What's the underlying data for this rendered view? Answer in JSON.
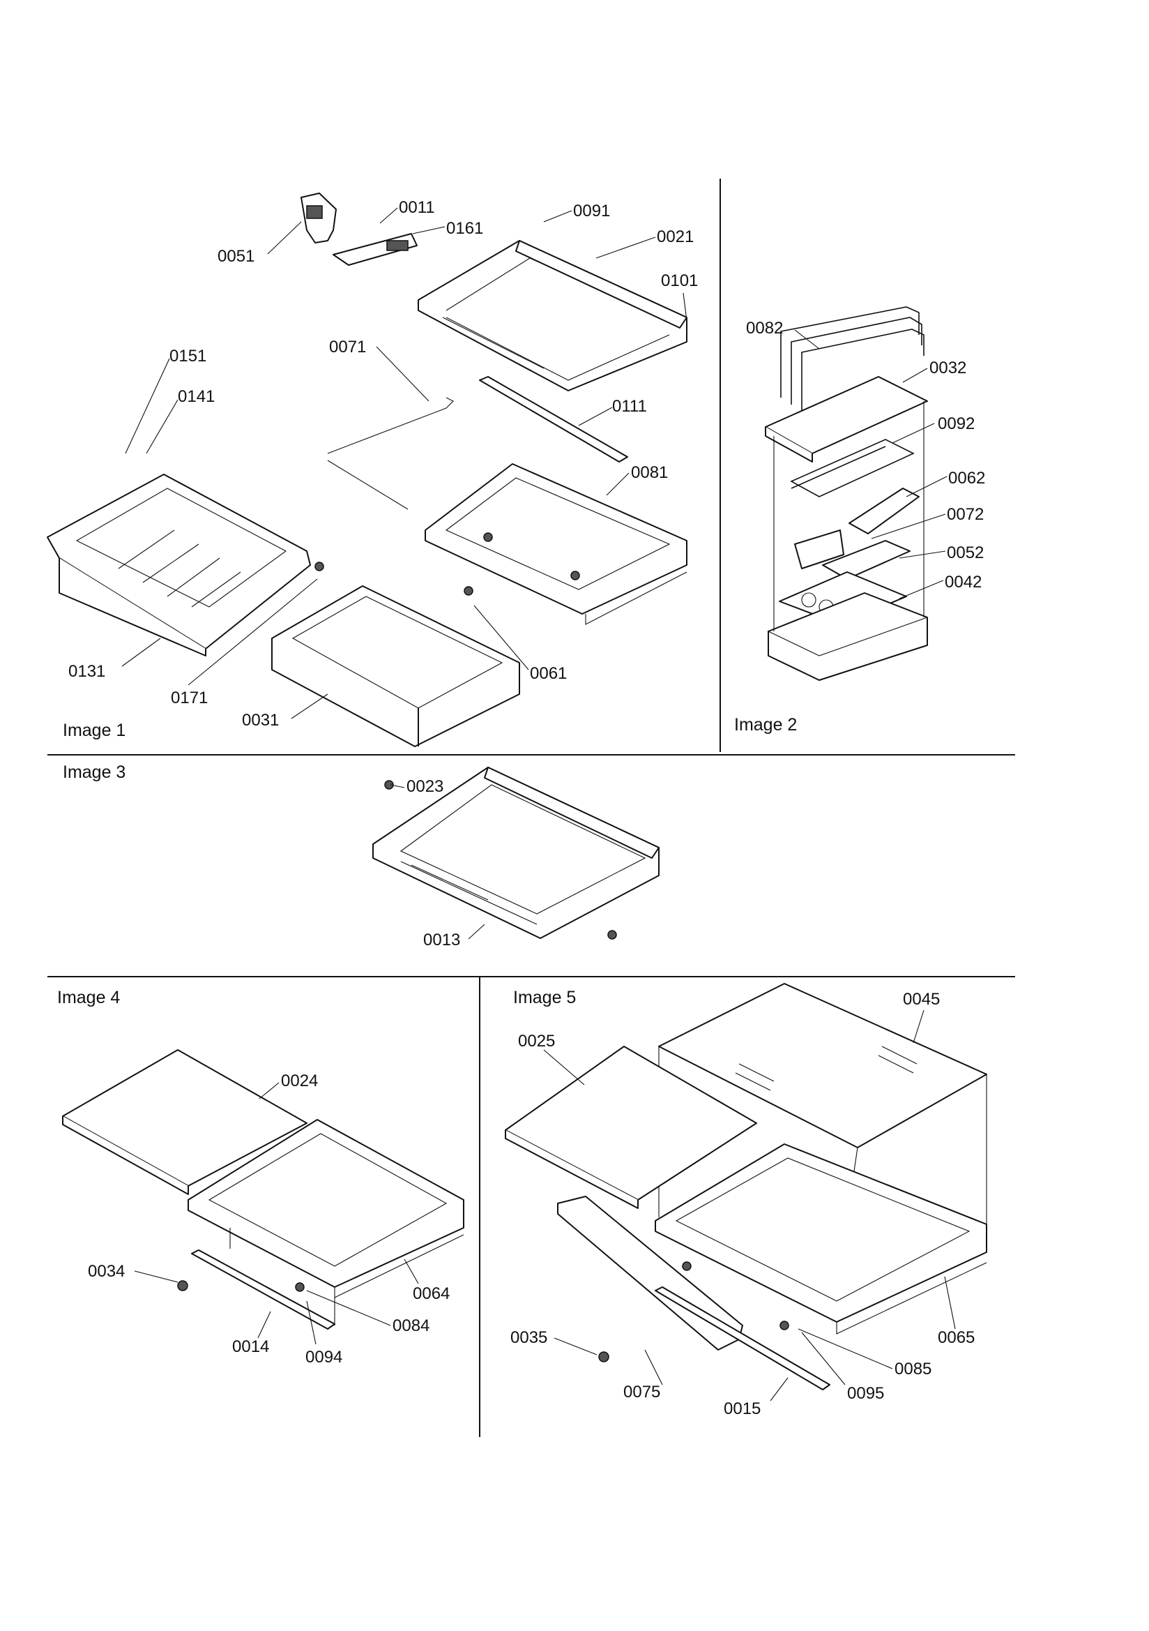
{
  "panels": {
    "image1": {
      "title": "Image 1",
      "parts": [
        "0011",
        "0161",
        "0091",
        "0051",
        "0021",
        "0101",
        "0071",
        "0151",
        "0141",
        "0111",
        "0081",
        "0131",
        "0171",
        "0061",
        "0031"
      ]
    },
    "image2": {
      "title": "Image 2",
      "parts": [
        "0082",
        "0032",
        "0092",
        "0062",
        "0072",
        "0052",
        "0042"
      ]
    },
    "image3": {
      "title": "Image 3",
      "parts": [
        "0023",
        "0013"
      ]
    },
    "image4": {
      "title": "Image 4",
      "parts": [
        "0024",
        "0034",
        "0064",
        "0084",
        "0014",
        "0094"
      ]
    },
    "image5": {
      "title": "Image 5",
      "parts": [
        "0045",
        "0025",
        "0035",
        "0065",
        "0085",
        "0095",
        "0075",
        "0015"
      ]
    }
  }
}
